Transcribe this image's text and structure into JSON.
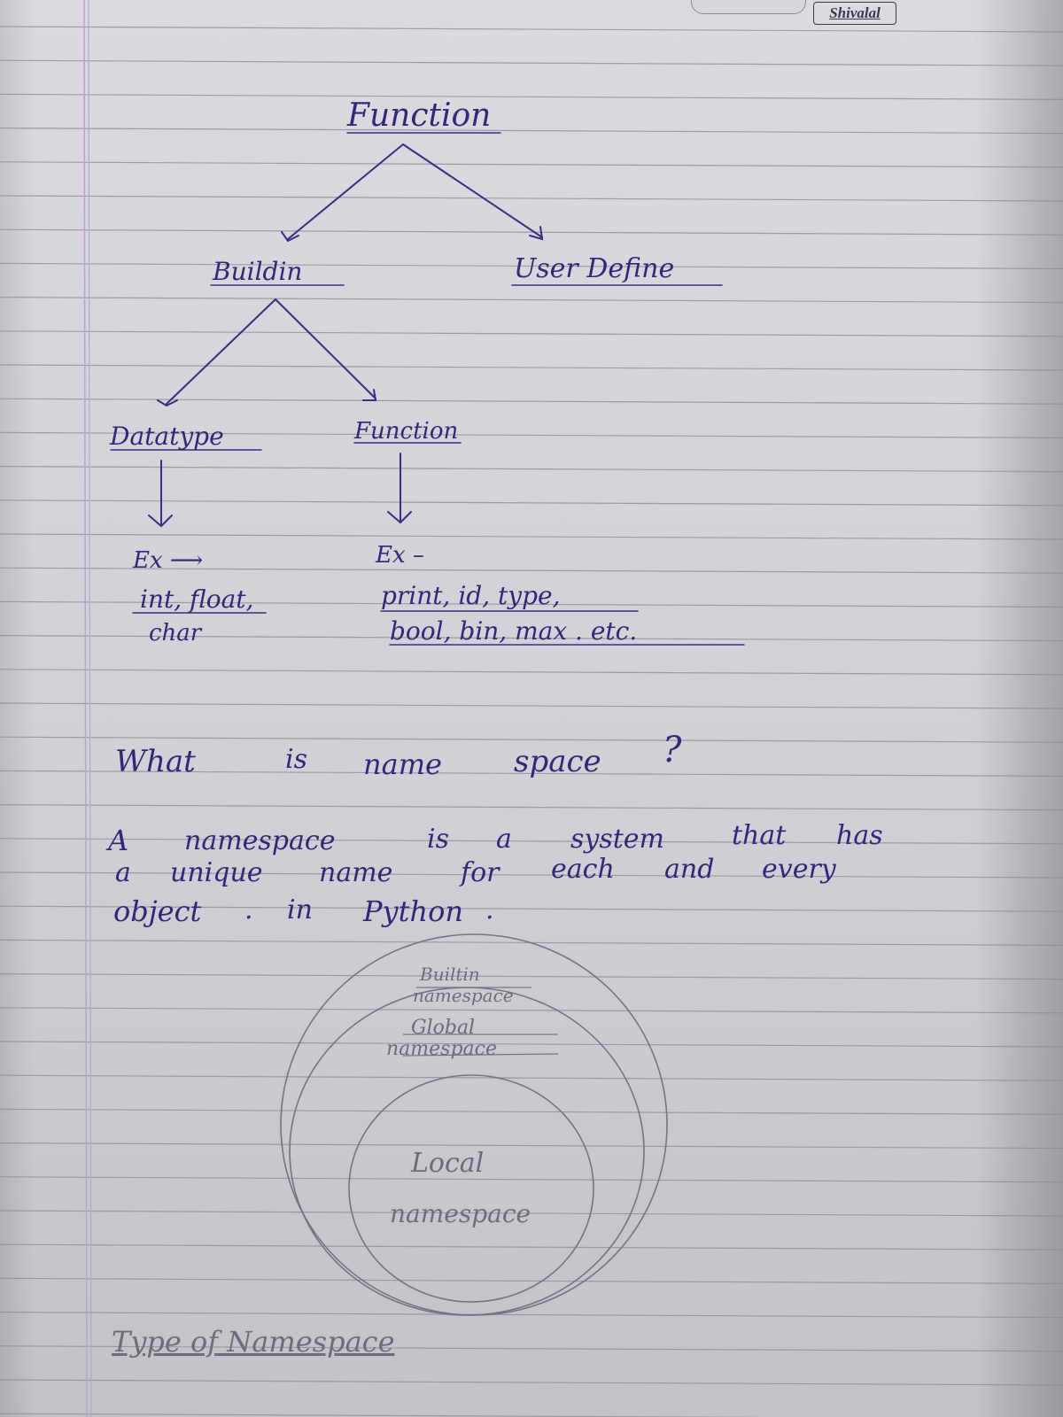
{
  "notebook": {
    "brand": "Shivalal"
  },
  "tree": {
    "root": "Function",
    "left": "Buildin",
    "right": "User Define",
    "leaf_left": "Datatype",
    "leaf_right": "Function",
    "ex_left_label": "Ex",
    "ex_left_line1": "int, float,",
    "ex_left_line2": "char",
    "ex_right_label": "Ex",
    "ex_right_line1": "print, id, type,",
    "ex_right_line2": "bool, bin, max . etc."
  },
  "question": {
    "words": [
      "What",
      "is",
      "name",
      "space",
      "?"
    ]
  },
  "definition": {
    "line1": [
      "A",
      "namespace",
      "is",
      "a",
      "system",
      "that",
      "has"
    ],
    "line2": [
      "a",
      "unique",
      "name",
      "for",
      "each",
      "and",
      "every"
    ],
    "line3": [
      "object",
      ".",
      "in",
      "Python",
      "."
    ]
  },
  "diagram": {
    "builtin_line1": "Builtin",
    "builtin_line2": "namespace",
    "global_line1": "Global",
    "global_line2": "namespace",
    "local_line1": "Local",
    "local_line2": "namespace",
    "caption": "Type of Namespace"
  }
}
